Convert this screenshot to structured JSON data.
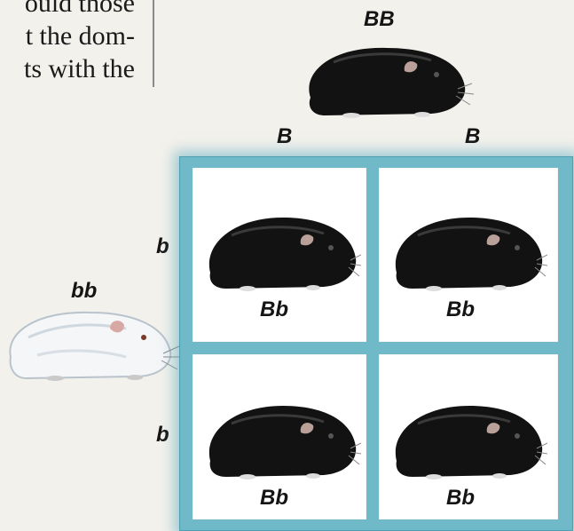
{
  "text_fragment": {
    "line1": "ould those",
    "line2": "t the dom-",
    "line3": "ts with the"
  },
  "parents": {
    "top": {
      "genotype": "BB",
      "color": "#111111"
    },
    "left": {
      "genotype": "bb",
      "color": "#f4f6f8"
    }
  },
  "gametes": {
    "top": [
      "B",
      "B"
    ],
    "left": [
      "b",
      "b"
    ]
  },
  "offspring": [
    [
      "Bb",
      "Bb"
    ],
    [
      "Bb",
      "Bb"
    ]
  ],
  "colors": {
    "grid_border": "#6fb9c9",
    "cell_bg": "#ffffff"
  }
}
